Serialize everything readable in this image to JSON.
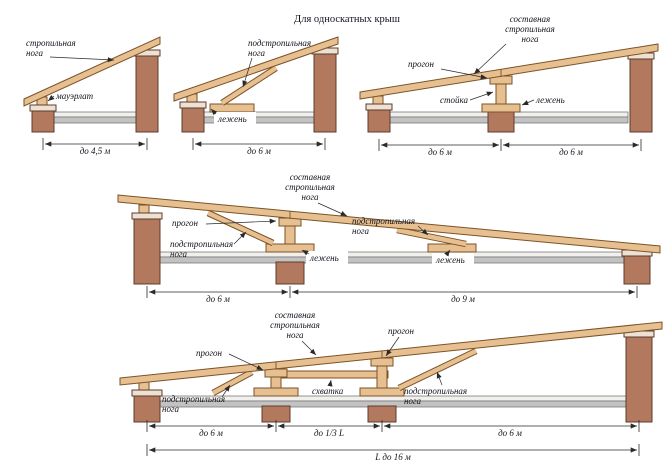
{
  "title": "Для односкатных крыш",
  "colors": {
    "wall": "#b2795f",
    "wall_outline": "#5f3c2b",
    "wall_cap": "#ece1d3",
    "wood": "#e7c091",
    "wood_outline": "#7d5226",
    "slab_light": "#f2f0ec",
    "slab_gray": "#c2c2c2",
    "text": "#14141e",
    "line": "#2a2a2a"
  },
  "diagrams": {
    "d1": {
      "labels": {
        "rafter": [
          "стропильная",
          "нога"
        ],
        "mauerlat": "мауэрлат"
      },
      "dim": "до 4,5 м"
    },
    "d2": {
      "labels": {
        "strut": [
          "подстропильная",
          "нога"
        ],
        "sleeper": "лежень"
      },
      "dim": "до 6 м"
    },
    "d3": {
      "labels": {
        "composite": [
          "составная",
          "стропильная",
          "нога"
        ],
        "purlin": "прогон",
        "post": "стойка",
        "sleeper": "лежень"
      },
      "dims": [
        "до 6 м",
        "до 6 м"
      ]
    },
    "d4": {
      "labels": {
        "composite": [
          "составная",
          "стропильная",
          "нога"
        ],
        "purlin": "прогон",
        "strut_left": [
          "подстропильная",
          "нога"
        ],
        "sleeper_left": "лежень",
        "sleeper_right": "лежень",
        "strut_right": [
          "подстропильная",
          "нога"
        ]
      },
      "dims": [
        "до 6 м",
        "до 9 м"
      ]
    },
    "d5": {
      "labels": {
        "composite": [
          "составная",
          "стропильная",
          "нога"
        ],
        "purlin_left": "прогон",
        "purlin_right": "прогон",
        "strut_left": [
          "подстропильная",
          "нога"
        ],
        "tie": "схватка",
        "strut_right": [
          "подстропильная",
          "нога"
        ]
      },
      "dims": [
        "до 6 м",
        "до 1/3 L",
        "до 6 м"
      ],
      "total": "L до 16 м"
    }
  }
}
